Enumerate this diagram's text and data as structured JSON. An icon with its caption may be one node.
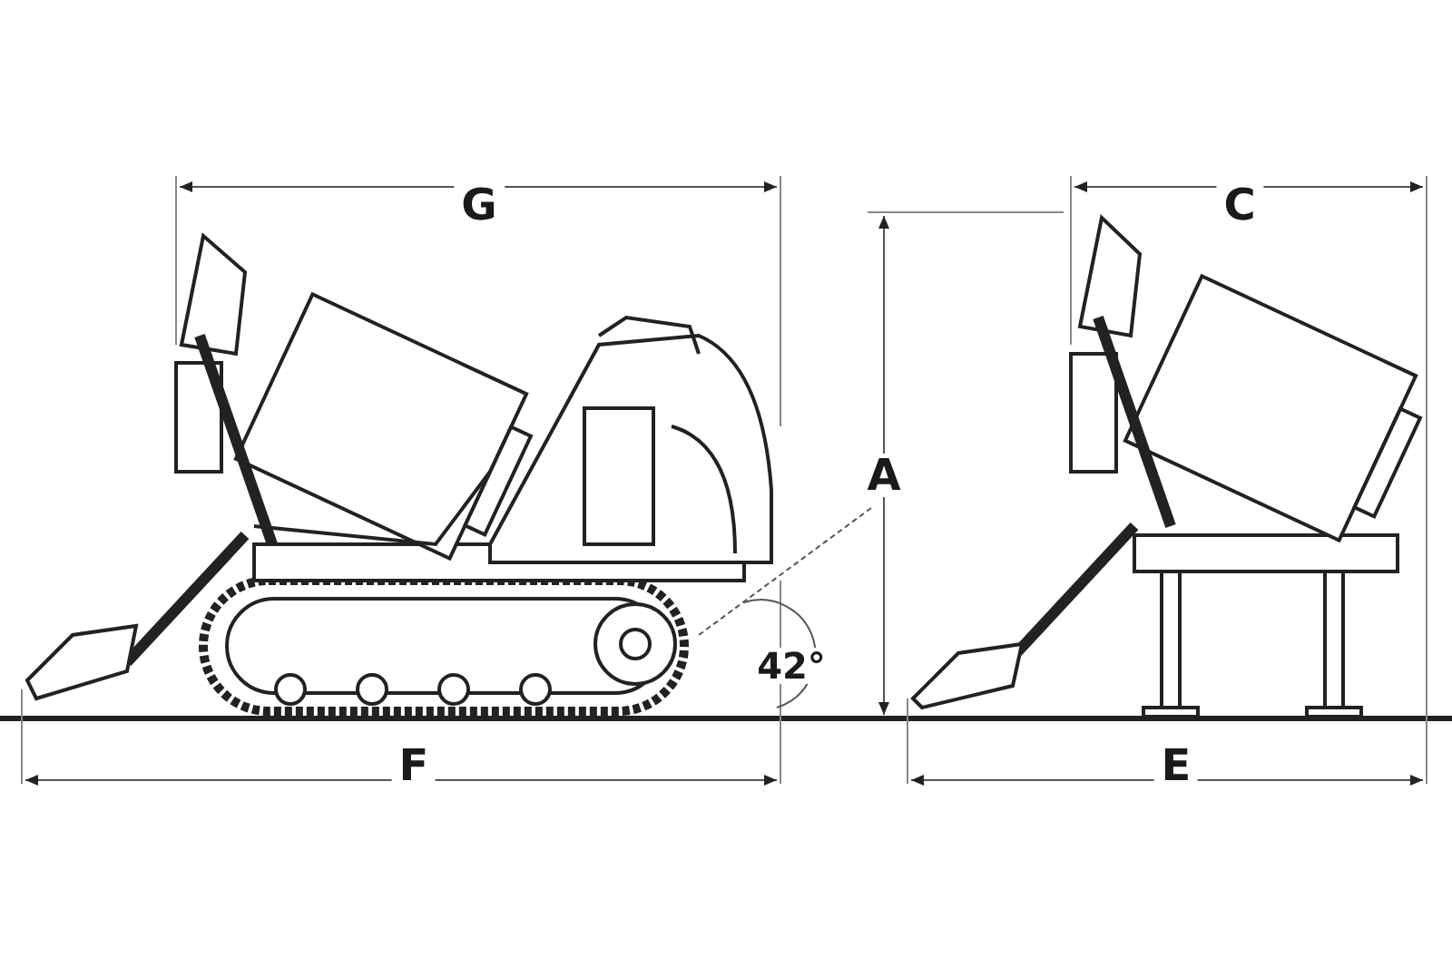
{
  "diagram": {
    "labels": [
      "G",
      "C",
      "A",
      "42°",
      "F",
      "E"
    ]
  }
}
